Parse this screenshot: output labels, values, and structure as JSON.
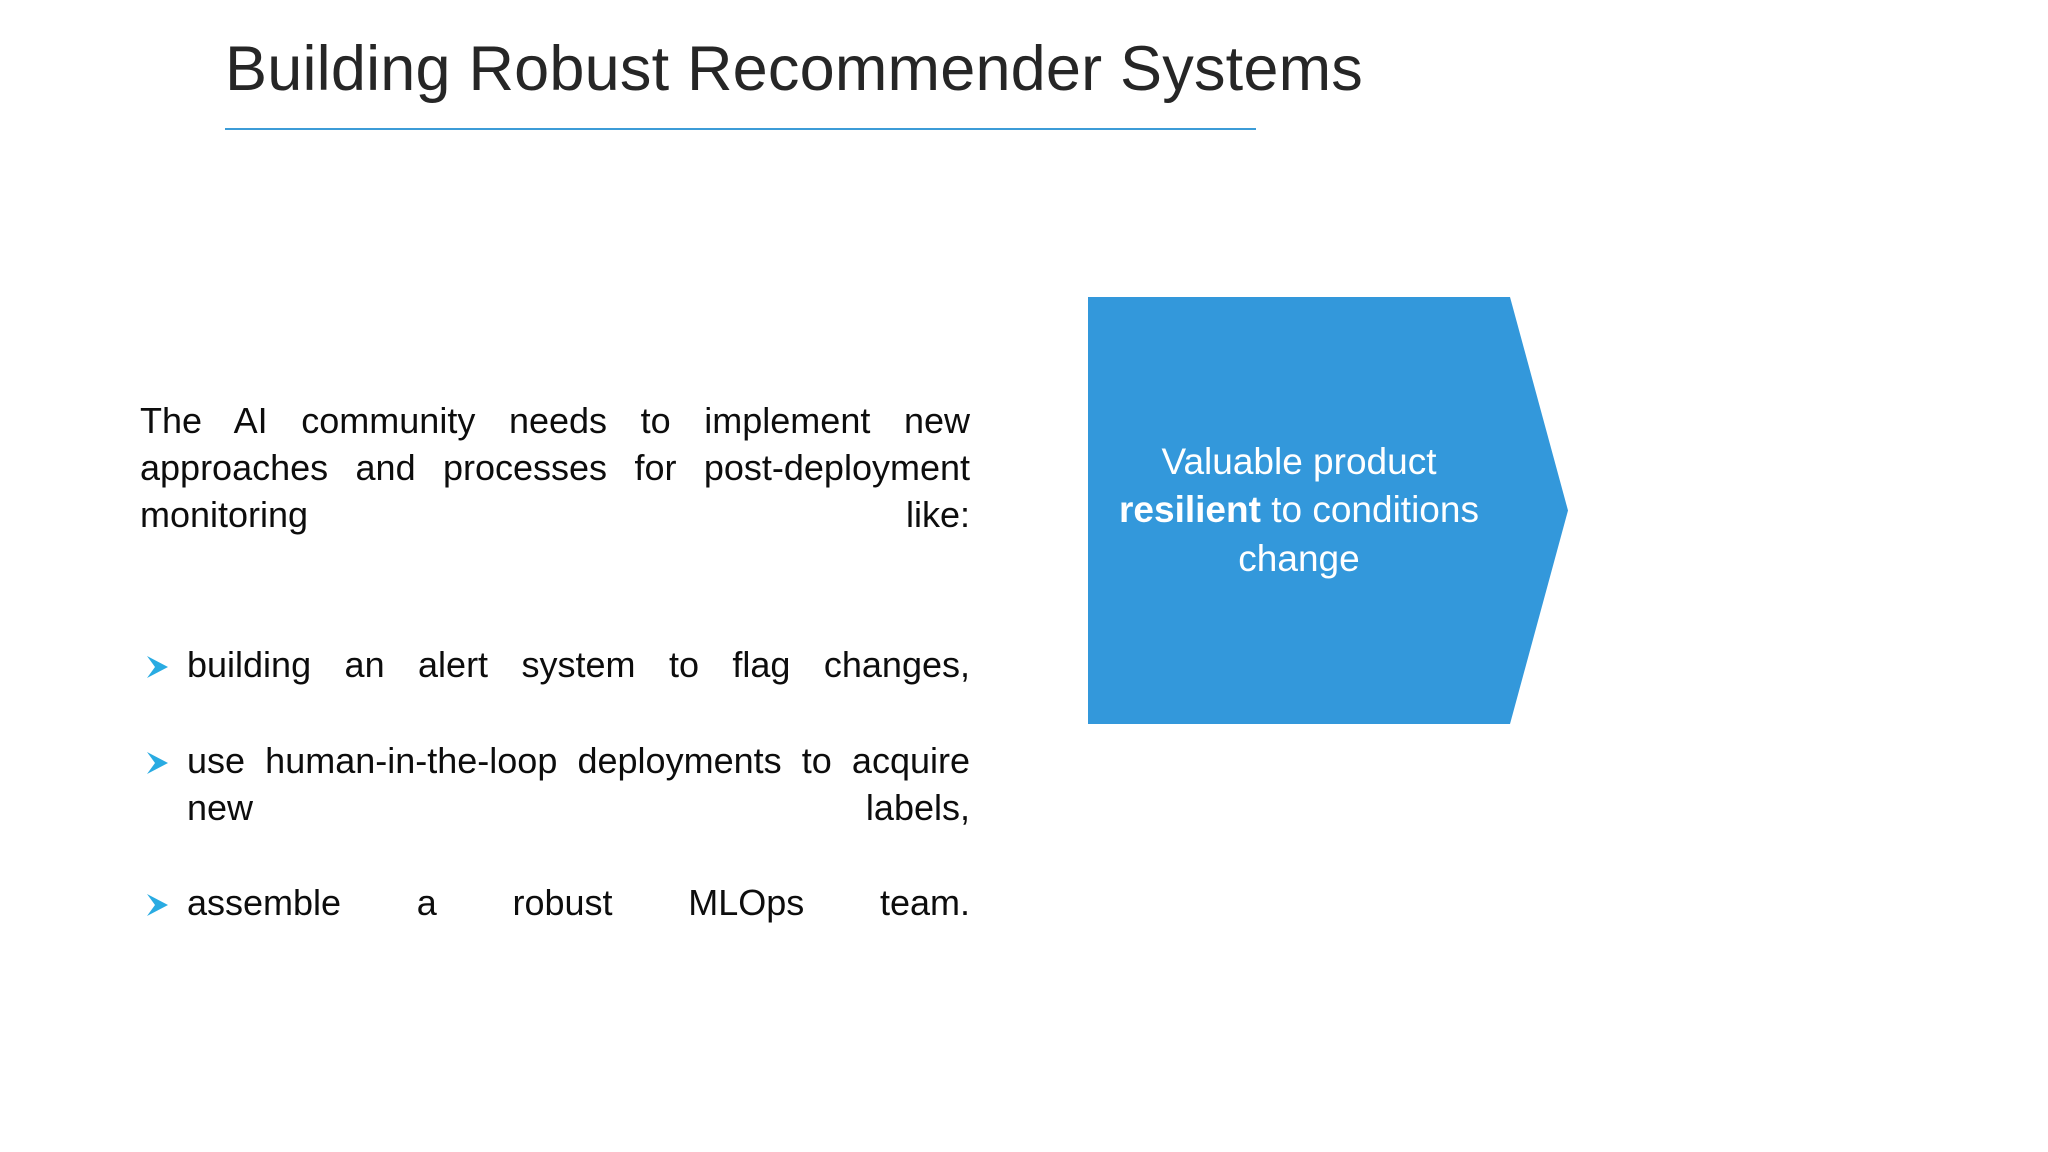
{
  "slide": {
    "title": "Building Robust Recommender Systems",
    "accent_color": "#3C9CD7",
    "bullet_marker_color": "#29ABE2",
    "chevron_fill": "#3398DB",
    "title_color": "#262626",
    "body_color": "#0D0D0D"
  },
  "body": {
    "intro_paragraph": "The AI community needs to implement new approaches and processes for post-deployment monitoring like:",
    "bullets": [
      {
        "marker": "arrowhead-bullet-icon",
        "text": "building an alert system to flag changes,"
      },
      {
        "marker": "arrowhead-bullet-icon",
        "text": "use human-in-the-loop deployments to acquire new labels,"
      },
      {
        "marker": "arrowhead-bullet-icon",
        "text": "assemble a robust MLOps team."
      }
    ]
  },
  "callout": {
    "shape": "chevron-arrow-right",
    "line1": "Valuable product",
    "line2_bold": "resilient",
    "line2_rest": " to conditions",
    "line3": "change",
    "full_text": "Valuable product resilient to conditions change"
  }
}
